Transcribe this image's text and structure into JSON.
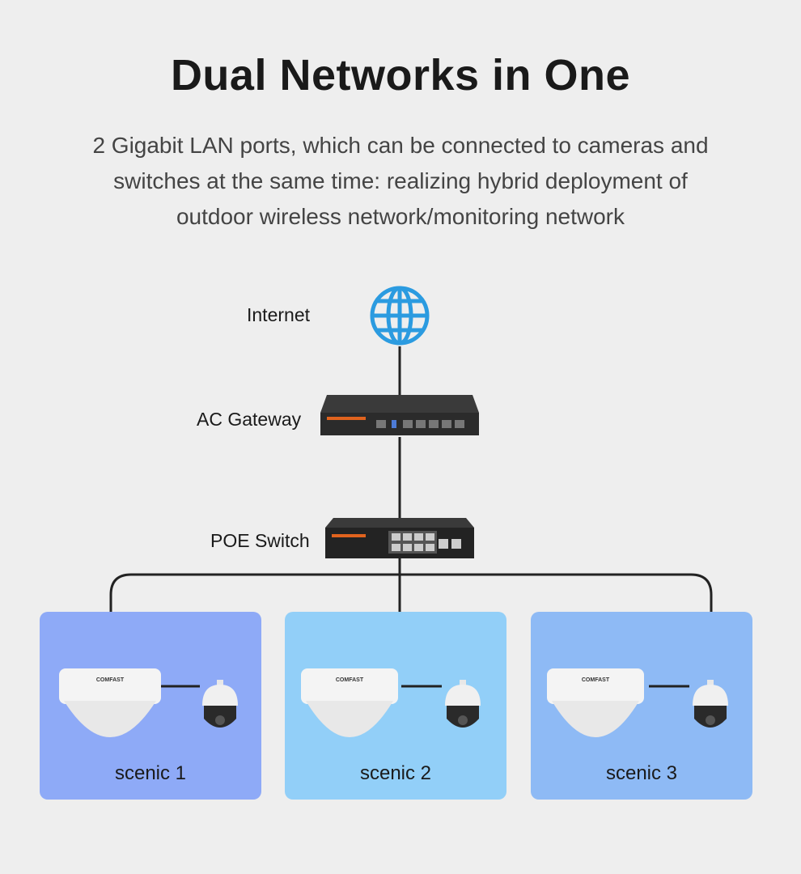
{
  "header": {
    "title": "Dual Networks in One",
    "subtitle_lines": [
      "2 Gigabit LAN ports, which can be connected to cameras and",
      "switches at the same time: realizing hybrid deployment of",
      "outdoor wireless network/monitoring network"
    ]
  },
  "nodes": {
    "internet": "Internet",
    "ac_gateway": "AC Gateway",
    "poe_switch": "POE Switch"
  },
  "devices": {
    "brand": "COMFAST"
  },
  "scenics": [
    {
      "label": "scenic 1",
      "color": "#8eaaf7"
    },
    {
      "label": "scenic 2",
      "color": "#92cff8"
    },
    {
      "label": "scenic 3",
      "color": "#8ebaf5"
    }
  ],
  "colors": {
    "globe": "#2b9be0",
    "line": "#222222"
  }
}
